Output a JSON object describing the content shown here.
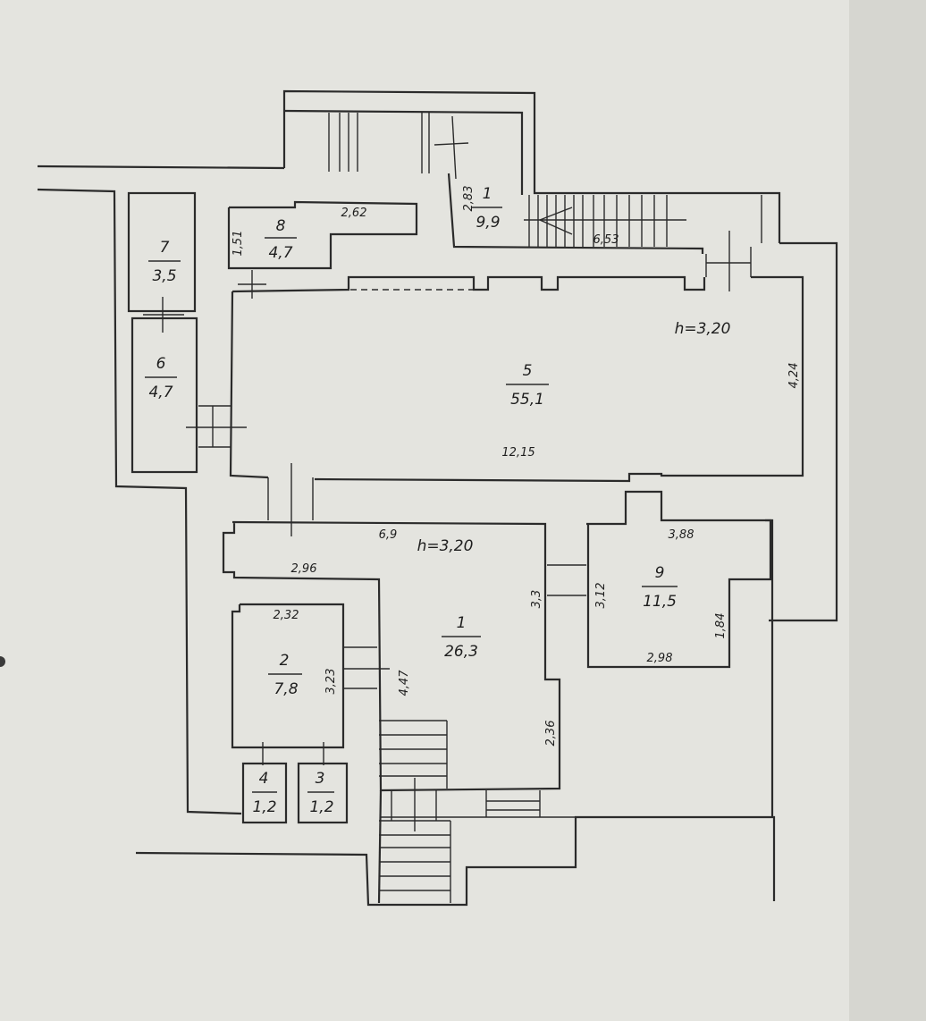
{
  "rooms": [
    {
      "id": "r1a",
      "number": "1",
      "area": "9,9"
    },
    {
      "id": "r8",
      "number": "8",
      "area": "4,7"
    },
    {
      "id": "r7",
      "number": "7",
      "area": "3,5"
    },
    {
      "id": "r6",
      "number": "6",
      "area": "4,7"
    },
    {
      "id": "r5",
      "number": "5",
      "area": "55,1"
    },
    {
      "id": "r1b",
      "number": "1",
      "area": "26,3"
    },
    {
      "id": "r2",
      "number": "2",
      "area": "7,8"
    },
    {
      "id": "r4",
      "number": "4",
      "area": "1,2"
    },
    {
      "id": "r3",
      "number": "3",
      "area": "1,2"
    },
    {
      "id": "r9",
      "number": "9",
      "area": "11,5"
    }
  ],
  "heights": {
    "upper": "h=3,20",
    "lower": "h=3,20"
  },
  "dims": {
    "d283": "2,83",
    "d653": "6,53",
    "d262": "2,62",
    "d151": "1,51",
    "d1215": "12,15",
    "d424": "4,24",
    "d69": "6,9",
    "d296": "2,96",
    "d33": "3,3",
    "d232": "2,32",
    "d323": "3,23",
    "d447": "4,47",
    "d236": "2,36",
    "d388": "3,88",
    "d312": "3,12",
    "d184": "1,84",
    "d298": "2,98"
  }
}
